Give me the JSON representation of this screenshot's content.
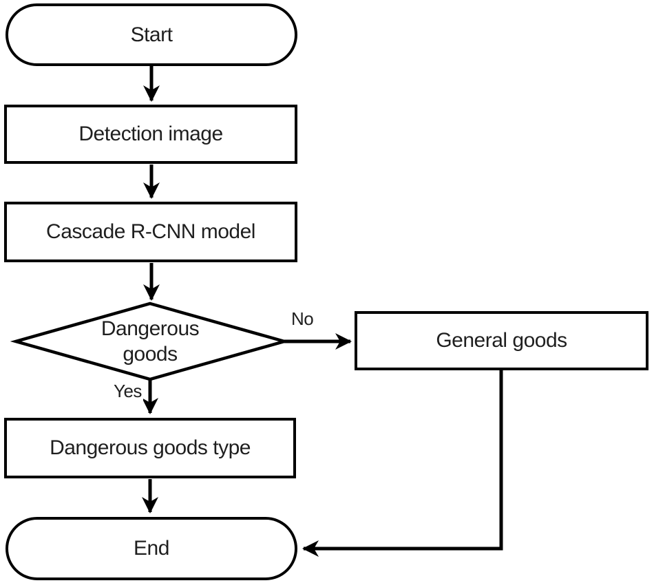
{
  "diagram": {
    "background_color": "#ffffff",
    "line_color": "#000000",
    "text_color": "#1f1f1f"
  },
  "nodes": {
    "start": {
      "label": "Start"
    },
    "detection_image": {
      "label": "Detection image"
    },
    "cascade_model": {
      "label": "Cascade R-CNN model"
    },
    "dangerous_goods_decision": {
      "label": "Dangerous goods"
    },
    "general_goods": {
      "label": "General goods"
    },
    "dangerous_goods_type": {
      "label": "Dangerous goods type"
    },
    "end": {
      "label": "End"
    }
  },
  "edge_labels": {
    "no": "No",
    "yes": "Yes"
  }
}
